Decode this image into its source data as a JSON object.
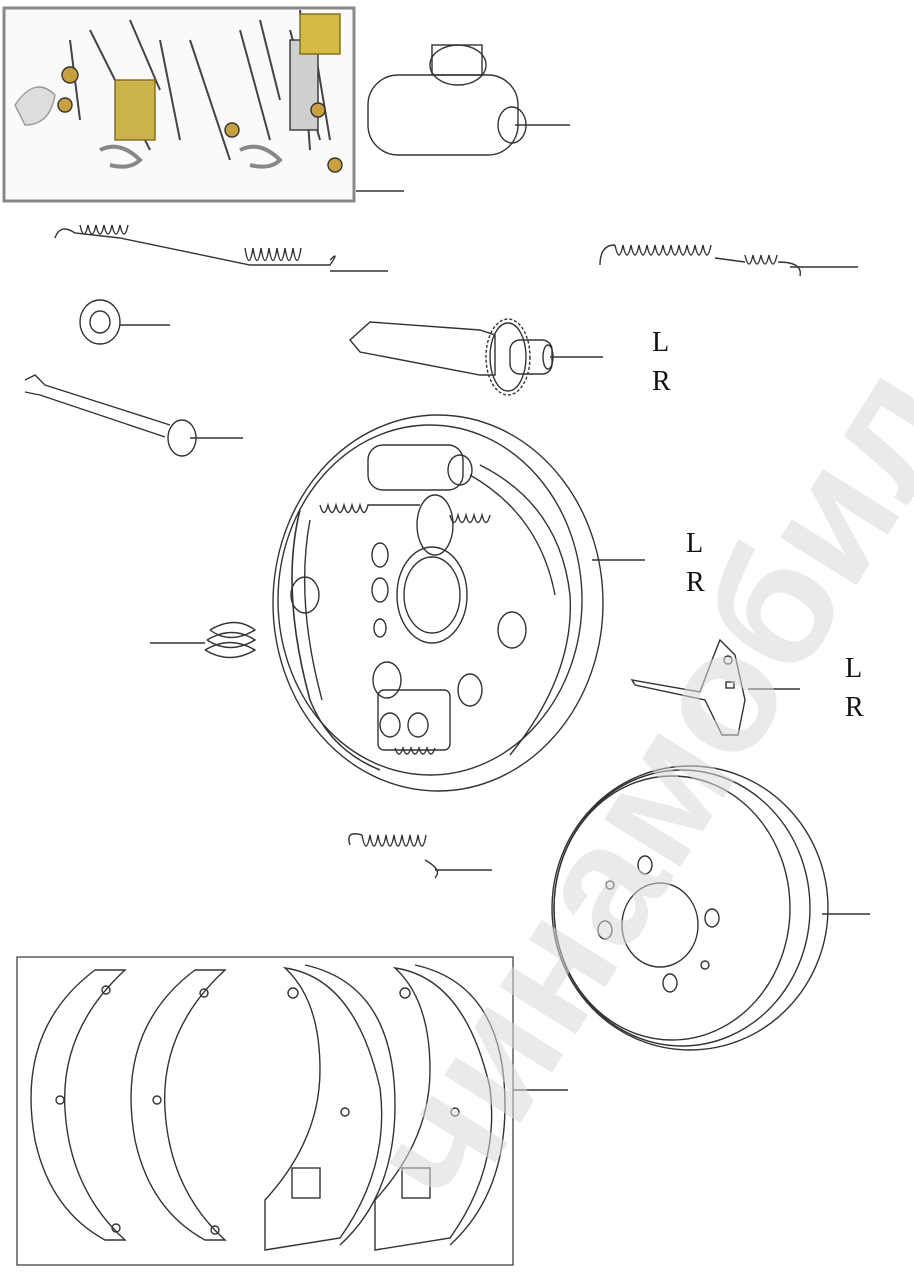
{
  "labels": {
    "adjuster_l": "L",
    "adjuster_r": "R",
    "backing_plate_l": "L",
    "backing_plate_r": "R",
    "lever_l": "L",
    "lever_r": "R"
  },
  "watermark": "чинамобил.рф",
  "colors": {
    "line": "#333333",
    "frame": "#888888",
    "watermark": "#d9d9d9"
  }
}
